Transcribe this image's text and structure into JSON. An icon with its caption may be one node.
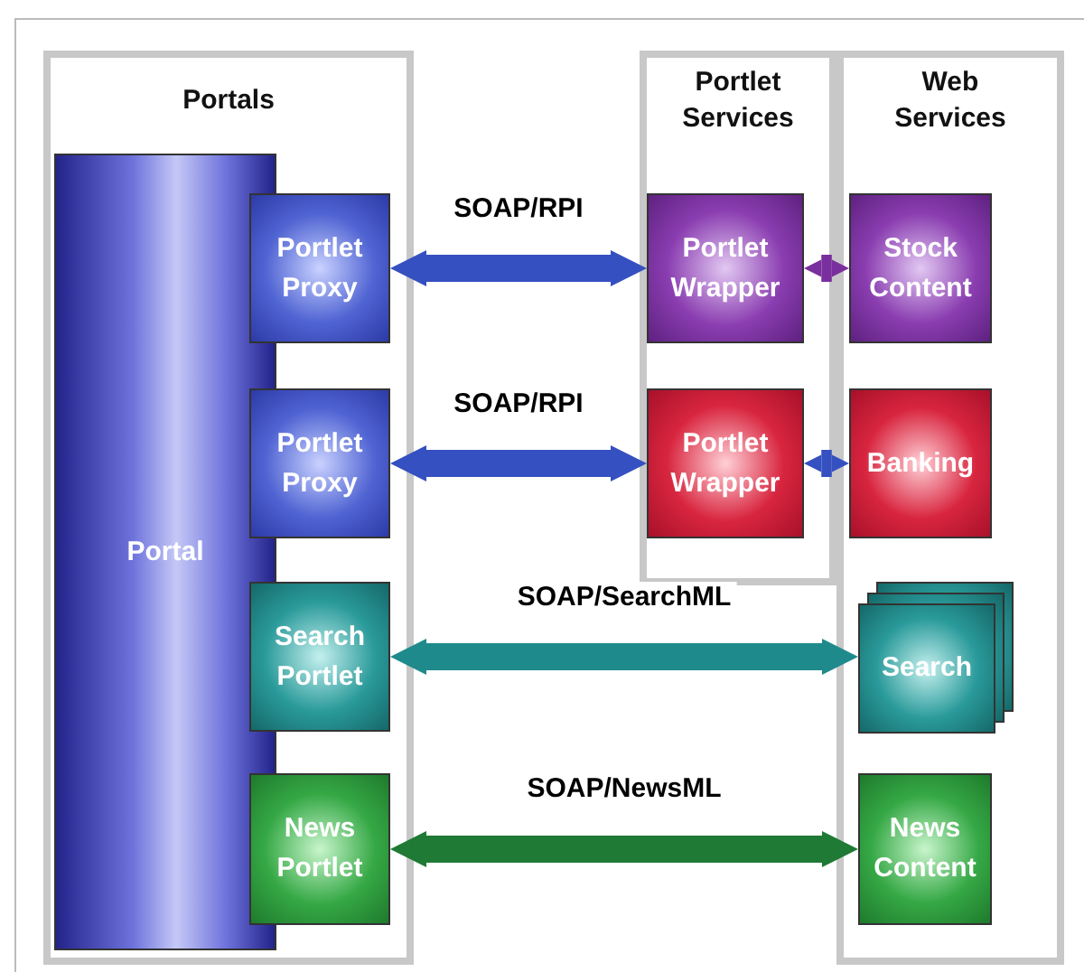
{
  "diagram": {
    "nodes": [
      {
        "text": [
          "Portals"
        ]
      },
      {
        "text": [
          "Portlet Services"
        ]
      },
      {
        "text": [
          "Web Services"
        ]
      },
      {
        "text": [
          "Portal"
        ],
        "in": 0
      },
      {
        "text": [
          "Portlet Proxy"
        ],
        "in": 0
      },
      {
        "text": [
          "Portlet Proxy"
        ],
        "in": 0
      },
      {
        "text": [
          "Search Portlet"
        ],
        "in": 0
      },
      {
        "text": [
          "News Portlet"
        ],
        "in": 0
      },
      {
        "text": [
          "Portlet Wrapper"
        ],
        "in": 1
      },
      {
        "text": [
          "Portlet Wrapper"
        ],
        "in": 1
      },
      {
        "text": [
          "Stock Content"
        ],
        "in": 2
      },
      {
        "text": [
          "Banking"
        ],
        "in": 2
      },
      {
        "text": [
          "Search"
        ],
        "in": 2
      },
      {
        "text": [
          "News Content"
        ],
        "in": 2
      }
    ],
    "edges": [
      {
        "from": 4,
        "to": 8,
        "arrow": "both",
        "label": "SOAP/RPI"
      },
      {
        "from": 5,
        "to": 9,
        "arrow": "both",
        "label": "SOAP/RPI"
      },
      {
        "from": 6,
        "to": 12,
        "arrow": "both",
        "label": "SOAP/SearchML",
        "color": "#1f8a8c"
      },
      {
        "from": 7,
        "to": 13,
        "arrow": "both",
        "label": "SOAP/NewsML",
        "color": "#1e7a34"
      },
      {
        "from": 8,
        "to": 10,
        "arrow": "both",
        "color": "#7a2f9e"
      },
      {
        "from": 9,
        "to": 11,
        "arrow": "both"
      }
    ]
  }
}
